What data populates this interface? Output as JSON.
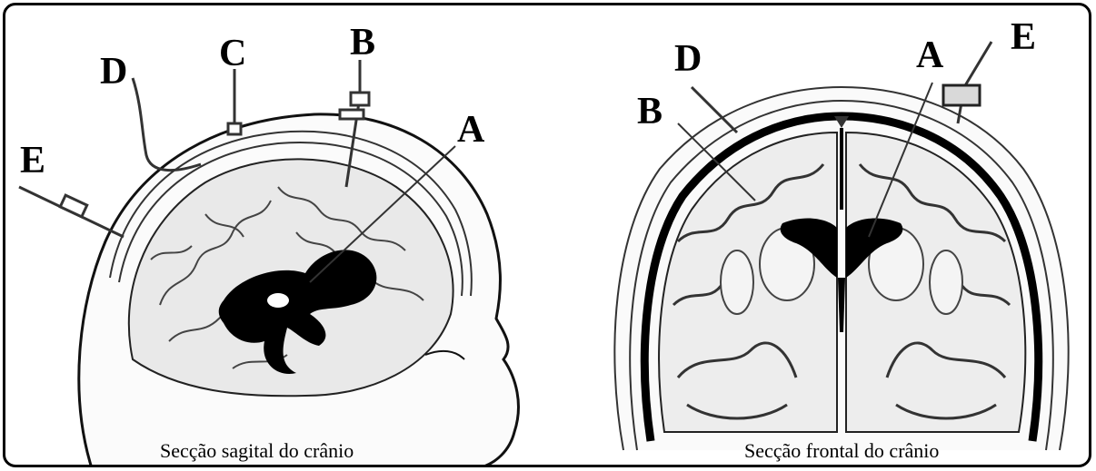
{
  "left_panel": {
    "caption": "Secção sagital do crânio",
    "labels": {
      "A": "A",
      "B": "B",
      "C": "C",
      "D": "D",
      "E": "E"
    }
  },
  "right_panel": {
    "caption": "Secção frontal do crânio",
    "labels": {
      "A": "A",
      "B": "B",
      "D": "D",
      "E": "E"
    }
  }
}
